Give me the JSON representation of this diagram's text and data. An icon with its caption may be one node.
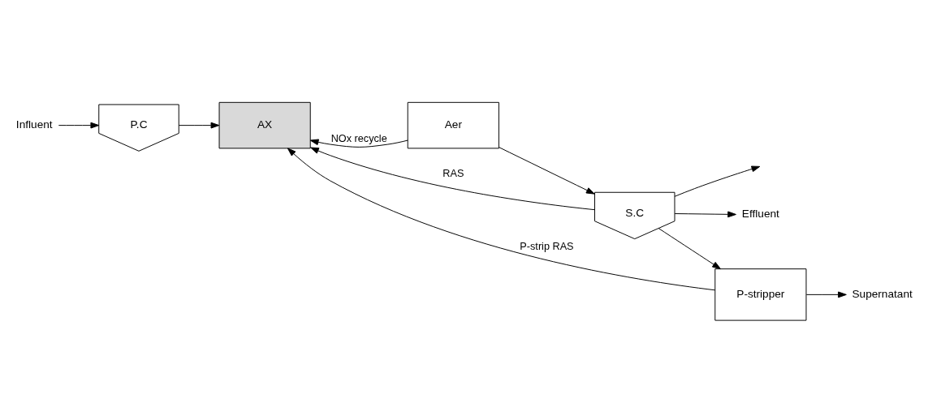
{
  "diagram": {
    "nodes": [
      {
        "text": [
          "Influent"
        ]
      },
      {
        "text": [
          "P.C"
        ]
      },
      {
        "text": [
          "AX"
        ]
      },
      {
        "text": [
          "Aer"
        ]
      },
      {
        "text": [
          "S.C"
        ]
      },
      {
        "text": [
          "Effluent"
        ]
      },
      {
        "text": [
          "P-stripper"
        ]
      },
      {
        "text": [
          "Supernatant"
        ]
      }
    ],
    "edges": [
      {
        "from": 0,
        "to": 1,
        "arrow": "to"
      },
      {
        "from": 1,
        "to": 2,
        "arrow": "to"
      },
      {
        "from": 3,
        "to": 4,
        "arrow": "to"
      },
      {
        "from": 3,
        "to": 2,
        "arrow": "to",
        "label": "NOx recycle"
      },
      {
        "from": 4,
        "to": 5,
        "arrow": "to"
      },
      {
        "from": 4,
        "to": 2,
        "arrow": "to",
        "label": "RAS"
      },
      {
        "from": 4,
        "to": 6,
        "arrow": "to"
      },
      {
        "from": 4,
        "to": null,
        "arrow": "to"
      },
      {
        "from": 6,
        "to": 2,
        "arrow": "to",
        "label": "P-strip RAS"
      },
      {
        "from": 6,
        "to": 7,
        "arrow": "to"
      }
    ]
  }
}
